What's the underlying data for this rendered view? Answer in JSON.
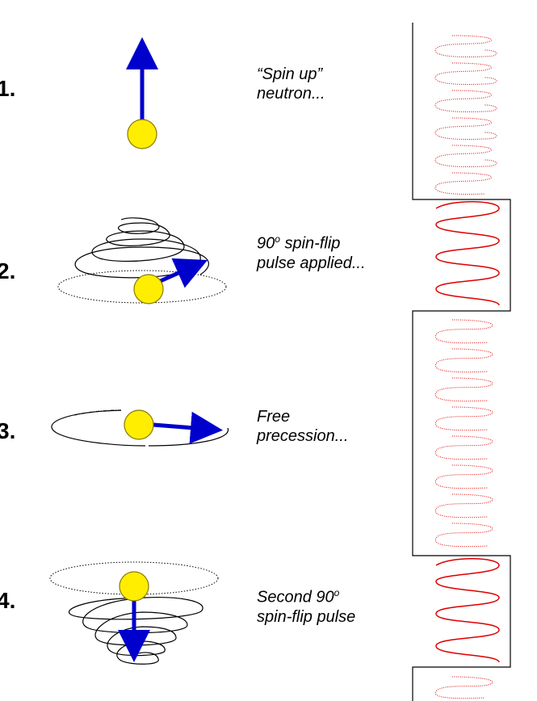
{
  "steps": [
    {
      "number": "1.",
      "caption_lines": [
        "“Spin up”",
        "neutron..."
      ]
    },
    {
      "number": "2.",
      "caption_lines": [
        "90",
        "pulse applied..."
      ],
      "caption_first_suffix": " spin-flip",
      "caption_sup": "o"
    },
    {
      "number": "3.",
      "caption_lines": [
        "Free",
        "precession..."
      ]
    },
    {
      "number": "4.",
      "caption_lines": [
        "Second 90",
        "spin-flip pulse"
      ],
      "caption_sup": "o"
    }
  ],
  "colors": {
    "arrow": "#0000cc",
    "ball": "#ffee00",
    "ball_outline": "#8a7a00",
    "signal": "#dd0000",
    "line": "#000000"
  },
  "icons": [
    "neutron-ball",
    "spin-arrow",
    "precession-spiral",
    "pulse-waveform"
  ]
}
